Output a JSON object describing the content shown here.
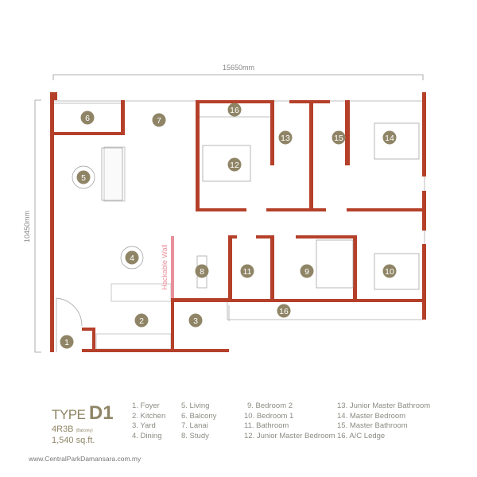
{
  "dimensions": {
    "width": "15650mm",
    "height": "10450mm"
  },
  "plan": {
    "hackable_wall": "Hackable Wall",
    "badges": [
      "1",
      "2",
      "3",
      "4",
      "5",
      "6",
      "7",
      "8",
      "9",
      "10",
      "11",
      "12",
      "13",
      "14",
      "15",
      "16",
      "16"
    ],
    "colors": {
      "wall": "#b5402a",
      "badge": "#8f8566",
      "hackable": "#e8909a"
    }
  },
  "unit": {
    "type_label": "TYPE",
    "type_code": "D1",
    "layout": "4R3B",
    "layout_note": "(Balcony)",
    "area": "1,540 sq.ft."
  },
  "legend": {
    "col1": [
      "1. Foyer",
      "2. Kitchen",
      "3. Yard",
      "4. Dining"
    ],
    "col2": [
      "5. Living",
      "6. Balcony",
      "7. Lanai",
      "8. Study"
    ],
    "col3": [
      "9. Bedroom 2",
      "10. Bedroom 1",
      "11. Bathroom",
      "12. Junior Master Bedroom"
    ],
    "col4": [
      "13. Junior Master Bathroom",
      "14. Master Bedroom",
      "15. Master Bathroom",
      "16. A/C Ledge"
    ]
  },
  "website": "www.CentralParkDamansara.com.my"
}
